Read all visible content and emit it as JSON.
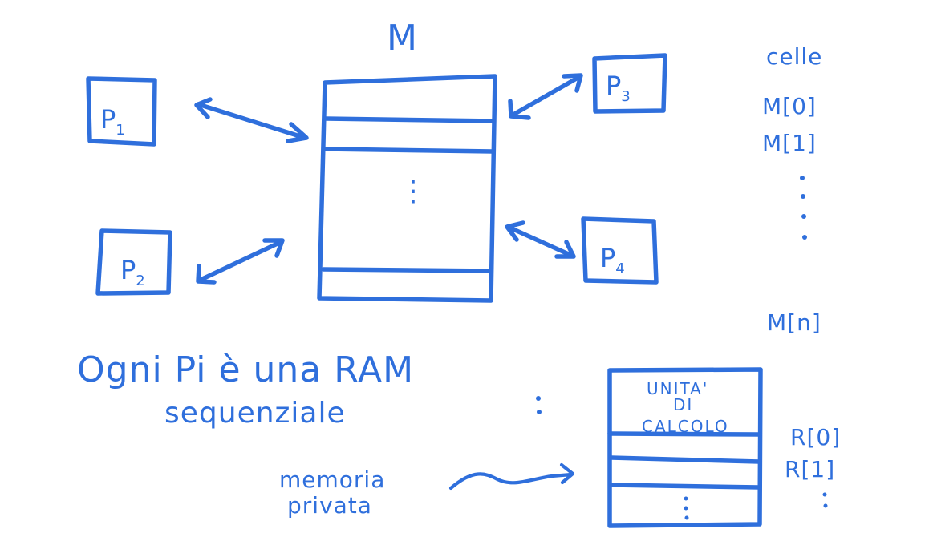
{
  "memory": {
    "label": "M",
    "dots": "⋮"
  },
  "processors": [
    {
      "id": "p1",
      "label": "P",
      "sub": "1"
    },
    {
      "id": "p2",
      "label": "P",
      "sub": "2"
    },
    {
      "id": "p3",
      "label": "P",
      "sub": "3"
    },
    {
      "id": "p4",
      "label": "P",
      "sub": "4"
    }
  ],
  "cells": {
    "title": "celle",
    "items": [
      "M[0]",
      "M[1]"
    ],
    "last": "M[n]"
  },
  "caption": {
    "line1": "Ogni Pi è una RAM",
    "line2": "sequenziale"
  },
  "private_memory": {
    "label_line1": "memoria",
    "label_line2": "privata"
  },
  "ram_unit": {
    "unit_line1": "UNITA'",
    "unit_line2": "DI",
    "unit_line3": "CALCOLO",
    "registers": [
      "R[0]",
      "R[1]"
    ]
  }
}
